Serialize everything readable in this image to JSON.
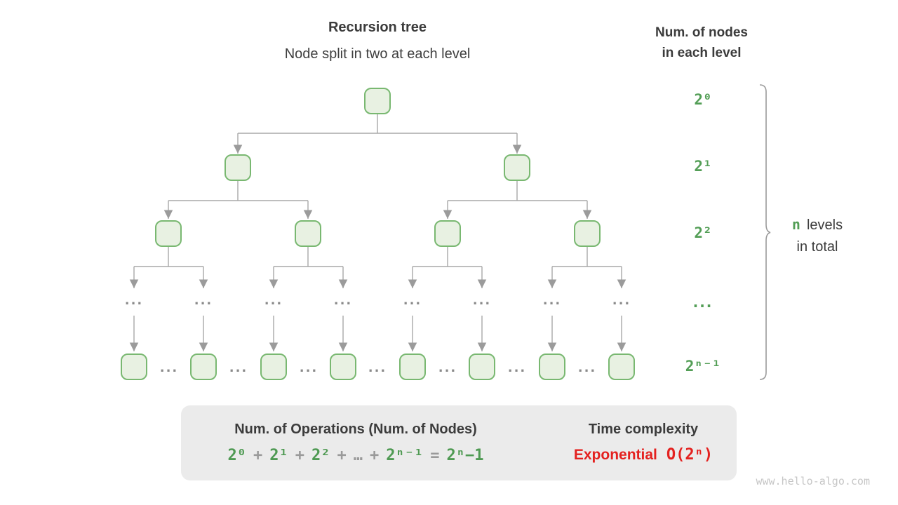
{
  "diagram": {
    "title": "Recursion tree",
    "subtitle": "Node split in two at each level",
    "right_header_line1": "Num. of nodes",
    "right_header_line2": "in each level",
    "level_labels": [
      "2⁰",
      "2¹",
      "2²",
      "...",
      "2ⁿ⁻¹"
    ],
    "ellipsis": "...",
    "brace_n": "n",
    "brace_levels": "levels",
    "brace_line2": "in total"
  },
  "summary": {
    "operations_title": "Num. of Operations (Num. of Nodes)",
    "formula": {
      "term0": "2⁰",
      "term1": "2¹",
      "term2": "2²",
      "term3": "2ⁿ⁻¹",
      "plus": "+",
      "dots": "…",
      "equals": "=",
      "result": "2ⁿ−1"
    },
    "time_title": "Time complexity",
    "complexity_name": "Exponential",
    "complexity_value": "O(2ⁿ)"
  },
  "watermark": "www.hello-algo.com",
  "colors": {
    "green_text": "#539e56",
    "node_border": "#79b871",
    "node_fill": "#e8f1e2",
    "red_text": "#e4211f",
    "line_gray": "#a8a8a8",
    "box_bg": "#ebebeb"
  }
}
